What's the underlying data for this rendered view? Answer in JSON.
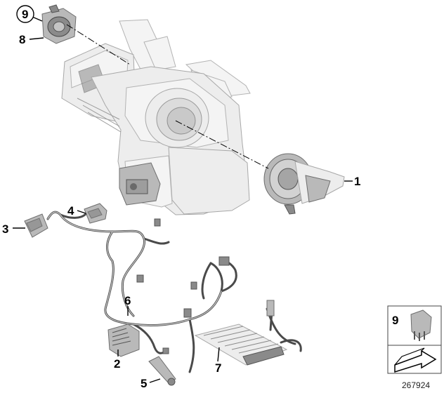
{
  "callouts": [
    {
      "id": "1",
      "label": "1"
    },
    {
      "id": "2",
      "label": "2"
    },
    {
      "id": "3",
      "label": "3"
    },
    {
      "id": "4",
      "label": "4"
    },
    {
      "id": "5",
      "label": "5"
    },
    {
      "id": "6",
      "label": "6"
    },
    {
      "id": "7",
      "label": "7"
    },
    {
      "id": "8",
      "label": "8"
    },
    {
      "id": "9",
      "label": "9"
    }
  ],
  "legend_box": {
    "label": "9"
  },
  "reference_number": "267924"
}
